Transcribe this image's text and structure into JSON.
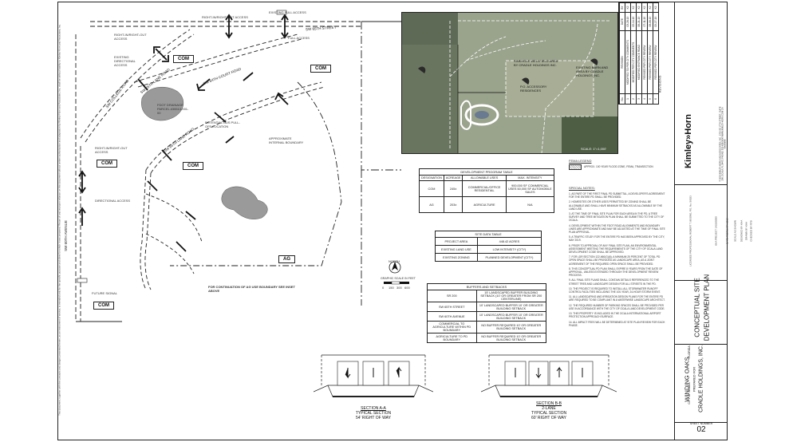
{
  "roads": {
    "sw_65th_street": "SW 65TH STREET",
    "sw_60th_avenue": "SW 60TH AVENUE",
    "sw_college_road": "SW COLLEGE ROAD",
    "sw_64th_court_road": "SW 64TH COURT ROAD",
    "sw_65th_lane_road": "SW 65TH LANE ROAD"
  },
  "callouts": {
    "right_in_right_out_access_top": "RIGHT-IN/RIGHT-OUT ACCESS",
    "right_in_right_out_access_nw": "RIGHT-IN/RIGHT-OUT ACCESS",
    "existing_directional_access": "EXISTING DIRECTIONAL ACCESS",
    "right_in_right_out_access_w": "RIGHT-IN/RIGHT-OUT ACCESS",
    "existing_full_access": "EXISTING FULL ACCESS",
    "full_access": "FULL ACCESS",
    "foot_drainage_parcel": "FDOT DRAINAGE PARCEL #35513-001-00",
    "potential_bus_pulloff": "POTENTIAL BUS PULL-OFF LOCATION",
    "approximate_internal_boundary": "APPROXIMATE INTERNAL BOUNDARY",
    "directional_access": "DIRECTIONAL ACCESS",
    "future_signal": "FUTURE SIGNAL",
    "for_continuation": "FOR CONTINUATION OF AG USE BOUNDARY SEE INSET ABOVE"
  },
  "zones": {
    "com_1": "COM",
    "com_2": "COM",
    "com_3": "COM",
    "com_4": "COM",
    "com_5": "COM",
    "ag": "AG"
  },
  "scale": {
    "north": "NORTH",
    "title": "GRAPHIC SCALE IN FEET",
    "ticks": [
      "0",
      "150",
      "300",
      "600"
    ],
    "inset_scale": "SCALE: 1\"=1,000'"
  },
  "inset_labels": {
    "label_a": "SINKHOLE WELLFIELD AREA BY CRADLE HOLDINGS INC.",
    "label_b": "P.O. ACCESSORY RESIDENCES",
    "label_c": "EXISTING BARN AND AREA BY CRADLE HOLDINGS INC."
  },
  "development_program_table": {
    "title": "DEVELOPMENT PROGRAM TABLE",
    "headers": [
      "DESIGNATION",
      "ACREAGE",
      "ALLOWABLE USES",
      "MAX. INTENSITY"
    ],
    "rows": [
      [
        "COM",
        "245±",
        "COMMERCIAL/OFFICE RESIDENTIAL",
        "900,000 SF COMMERCIAL USES 60,000 SF AUTOMOBILE SALES"
      ],
      [
        "AG",
        "203±",
        "AGRICULTURE",
        "N/A"
      ]
    ]
  },
  "site_data_table": {
    "title": "SITE DATA TABLE",
    "rows": [
      [
        "PROJECT AREA",
        "448.42 ACRES"
      ],
      [
        "EXISTING LAND USE",
        "LOW INTENSITY (CITY)"
      ],
      [
        "EXISTING ZONING",
        "PLANNED DEVELOPMENT (CITY)"
      ]
    ]
  },
  "buffers_table": {
    "title": "BUFFERS AND SETBACKS",
    "rows": [
      [
        "SR 200",
        "15' LANDSCAPED BUFFER BUILDING SETBACK (10' OR GREATER FROM SR 200 CENTERLINE)"
      ],
      [
        "SW 65TH STREET",
        "10' LANDSCAPED BUFFER 10' OR GREATER BUILDING SETBACK"
      ],
      [
        "SW 60TH AVENUE",
        "10' LANDSCAPED BUFFER 10' OR GREATER BUILDING SETBACK"
      ],
      [
        "COMMERCIAL TO AGRICULTURE WITHIN PD BOUNDARY",
        "NO BUFFER REQUIRED 10' OR GREATER BUILDING SETBACK"
      ],
      [
        "AGRICULTURE TO PD BOUNDARY",
        "NO BUFFER REQUIRED 10' OR GREATER BUILDING SETBACK"
      ]
    ]
  },
  "femal_legend": {
    "title": "FEMA LEGEND",
    "item": "APPROX. 100 YEAR FLOOD ZONE, FEMA, TRANSECTION"
  },
  "special_notes": {
    "title": "SPECIAL NOTES:",
    "items": [
      "1. AS PART OF THE FIRST FINAL PD SUBMITTAL, A DEVELOPER'S AGREEMENT FOR THE ENTIRE PD SHALL BE PROVIDED.",
      "2. HOMESITES OR OTHER USES PERMITTED BY ZONING SHALL BE ALLOWABLE AND SHALL HAVE MINIMUM SETBACKS AS ALLOWABLE BY THE LAND USE.",
      "3. AT THE TIME OF FINAL SITE PLAN FOR EACH AREA IN THE PD, A TREE SURVEY AND TREE MITIGATION PLAN SHALL BE SUBMITTED TO THE CITY OF OCALA.",
      "4. DEVELOPMENT WITHIN THE FDOT ROAD ALIGNMENTS AND BOUNDARY LINES ARE APPROXIMATE AND MAY BE ADJUSTED AT THE TIME OF FINAL SITE PLAN APPROVAL.",
      "5. A TRAFFIC STUDY FOR THE ENTIRE PD HAS BEEN APPROVED BY THE CITY, MAY 2019.",
      "6. PRIOR TO APPROVAL OF ANY FINAL SITE PLAN, AN ENVIRONMENTAL ASSESSMENT MEETING THE REQUIREMENTS OF THE CITY OF OCALA LAND DEVELOPMENT CODE SHALL BE APPROVED.",
      "7. FOR LDR SECTION 122-660(G)(6), A MINIMUM 25 PERCENT OF TOTAL PD OPEN SPACE SHALL BE PROVIDED AS LANDSCAPE AREA, AS A JOINT AGREEMENT OF THE REQUIRED OPEN SPACE SHALL BE PROVIDED.",
      "8. THIS CONCEPTUAL PD PLAN SHALL EXPIRE 8 YEARS FROM THE DATE OF APPROVAL, UNLESS EXTENDED THROUGH THE DEVELOPMENT REVIEW PROCESS.",
      "9. ALL FINAL SITE PLANS SHALL CONTAIN DETAILS REFERENCED TO THE STREET TREE AND LANDSCAPE DESIGN FOR ALL STREETS IN THE PD.",
      "10. THE PROJECT IS REQUIRED TO INSTALL ALL STORMWATER RUNOFF CONTROL FACILITIES INCLUDING THE 100-YEAR, 24-HOUR STORM EVENT.",
      "11. ALL LANDSCAPING AND IRRIGATION DESIGN PLANS FOR THE ENTIRE PD ARE REQUIRED TO BE COMPLIANT IN A WATERWISE LANDSCAPE ARCHITECT.",
      "12. THE REQUIRED NUMBER OF PARKING SPACES SHALL BE PROVIDED PER USE IN ACCORDANCE WITH THE CITY OF OCALA LAND DEVELOPMENT CODE.",
      "13. THIS PROPERTY IS INCLUDED IN THE OCALA INTERNATIONAL AIRPORT PROTECTION APPROACH SURFACE.",
      "14. ALL IMPACT FEES WILL BE DETERMINED AT SITE PLAN REVIEW FOR EACH PHASE."
    ]
  },
  "sections": {
    "a": {
      "title": "SECTION A-A",
      "sub1": "TYPICAL SECTION",
      "sub2": "54' RIGHT OF WAY"
    },
    "b": {
      "title": "SECTION B-B",
      "sub1": "2-LANE",
      "sub2": "TYPICAL SECTION",
      "sub3": "60' RIGHT OF WAY"
    }
  },
  "revisions": {
    "title": "REVISIONS",
    "header": [
      "No.",
      "REVISION",
      "DATE",
      "BY"
    ],
    "rows": [
      [
        "1",
        "MODIFIED TO PER CITY COMMENTS",
        "03-28-19",
        "KJ"
      ],
      [
        "2",
        "MODIFIED PER CITY COMMENTS",
        "05-14-19",
        "KJ"
      ],
      [
        "3",
        "MODIFIED ENTRANCE ROAD",
        "06-21-19",
        "KJ"
      ],
      [
        "4",
        "REVISED PER CITY REVIEW",
        "07-11-19",
        "KJ"
      ],
      [
        "5",
        "REVISED PER CITY REVIEW",
        "08-08-19",
        "KJ"
      ],
      [
        "6",
        "REVISED PER CITY REVIEW",
        "09-27-19",
        "KJ"
      ]
    ]
  },
  "title_block": {
    "firm": "Kimley»Horn",
    "firm_sub": "© 2019 KIMLEY-HORN AND ASSOCIATES, INC. 1700 SE 17TH STREET, SUITE 200, OCALA, FL 34471 PHONE: 352-438-3000 WWW.KIMLEY-HORN.COM CA 00000696",
    "pe_line": "LICENSED PROFESSIONAL ROBERT T. BOONE, P.E. No. 56523",
    "kha_project": "KHA PROJECT 142265000",
    "date": "DATE FEBRUARY 2019",
    "scale": "SCALE AS SHOWN",
    "designed": "DESIGNED BY KHA",
    "drawn": "DRAWN BY KHA",
    "checked": "CHECKED BY RTB",
    "sheet_title_1": "CONCEPTUAL SITE",
    "sheet_title_2": "DEVELOPMENT PLAN",
    "project_name": "WINDING OAKS",
    "prepared_for": "PREPARED FOR",
    "client": "CRADLE HOLDINGS, INC.",
    "city": "CITY OF OCALA",
    "state": "FLORIDA",
    "sheet_number_label": "SHEET NUMBER",
    "sheet_number": "02"
  },
  "left_margin_note": "This document, together with the concepts and designs presented herein, as an instrument of service, is intended only for the specific purpose and client for which it was prepared. Reuse of and improper reliance on this document without written authorization and adaptation by Kimley-Horn and Associates, Inc. shall be without liability to Kimley-Horn and Associates, Inc.",
  "colors": {
    "line": "#222222",
    "pond": "#9a9a9a",
    "aerial_dark": "#5a6a4e",
    "aerial_light": "#a8b098"
  }
}
